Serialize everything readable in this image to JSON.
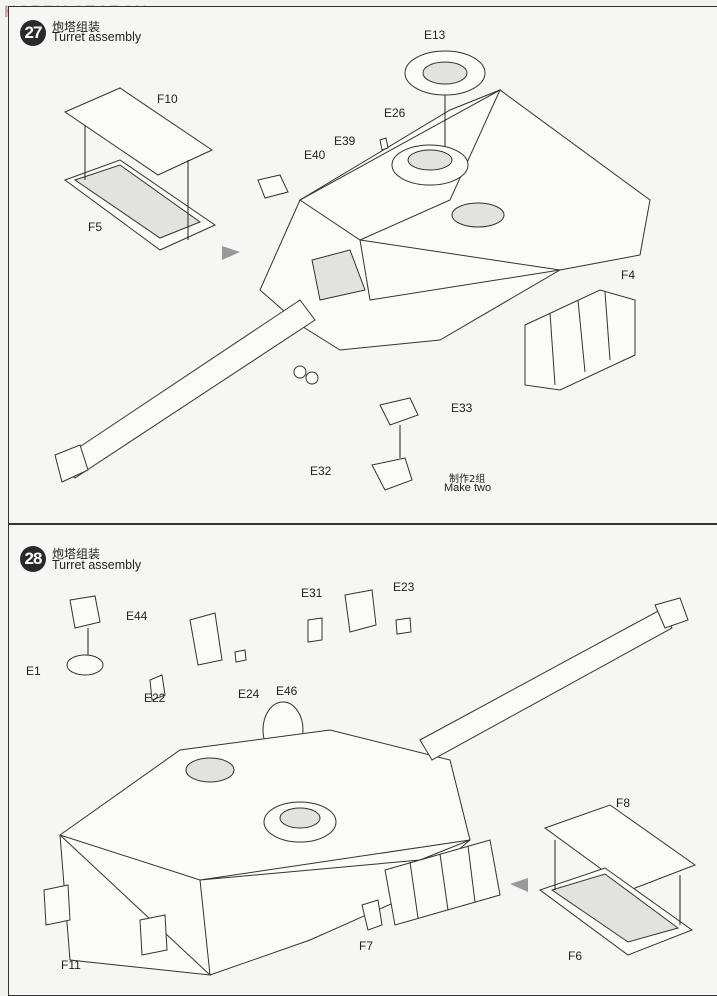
{
  "watermark": {
    "brand_a": "HOBBY",
    "brand_b": " SEARCH"
  },
  "steps": [
    {
      "number": "27",
      "title_cn": "炮塔组装",
      "title_en": "Turret assembly",
      "parts": [
        "E13",
        "E26",
        "E39",
        "E40",
        "F10",
        "F5",
        "F4",
        "E33",
        "E32"
      ],
      "note_cn": "制作2组",
      "note_en": "Make two"
    },
    {
      "number": "28",
      "title_cn": "炮塔组装",
      "title_en": "Turret assembly",
      "parts": [
        "E44",
        "E1",
        "E22",
        "E24",
        "E31",
        "E23",
        "E46",
        "F8",
        "F6",
        "F7",
        "F11"
      ]
    }
  ]
}
